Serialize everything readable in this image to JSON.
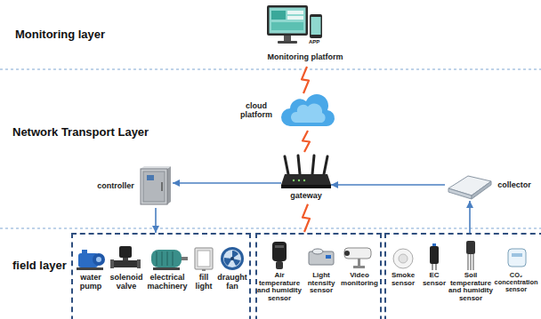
{
  "diagram": {
    "nodes": [
      {
        "text": [
          "Monitoring platform"
        ]
      },
      {
        "text": [
          "cloud platform"
        ]
      },
      {
        "text": [
          "gateway"
        ]
      },
      {
        "text": [
          "controller"
        ]
      },
      {
        "text": [
          "collector"
        ]
      },
      {
        "text": []
      },
      {
        "text": [
          "water pump"
        ],
        "in": 5
      },
      {
        "text": [
          "solenoid valve"
        ],
        "in": 5
      },
      {
        "text": [
          "electrical machinery"
        ],
        "in": 5
      },
      {
        "text": [
          "fill light"
        ],
        "in": 5
      },
      {
        "text": [
          "draught fan"
        ],
        "in": 5
      },
      {
        "text": []
      },
      {
        "text": [
          "Air temperature and humidity sensor"
        ],
        "in": 11
      },
      {
        "text": [
          "Light ntensity sensor"
        ],
        "in": 11
      },
      {
        "text": [
          "Video monitoring"
        ],
        "in": 11
      },
      {
        "text": []
      },
      {
        "text": [
          "Smoke sensor"
        ],
        "in": 15
      },
      {
        "text": [
          "EC sensor"
        ],
        "in": 15
      },
      {
        "text": [
          "Soil temperature and humidity sensor"
        ],
        "in": 15
      },
      {
        "text": [
          "CO₂ concentration sensor"
        ],
        "in": 15
      }
    ],
    "edges": [
      {
        "from": 0,
        "to": 1,
        "arrow": "none"
      },
      {
        "from": 1,
        "to": 2,
        "arrow": "none"
      },
      {
        "from": 2,
        "to": 3,
        "arrow": "to"
      },
      {
        "from": 4,
        "to": 2,
        "arrow": "to"
      },
      {
        "from": 3,
        "to": 5,
        "arrow": "to"
      },
      {
        "from": 2,
        "to": 11,
        "arrow": "none"
      },
      {
        "from": 15,
        "to": 4,
        "arrow": "to"
      }
    ],
    "labels": [
      "Monitoring layer",
      "APP",
      "Network Transport Layer",
      "field layer"
    ]
  }
}
